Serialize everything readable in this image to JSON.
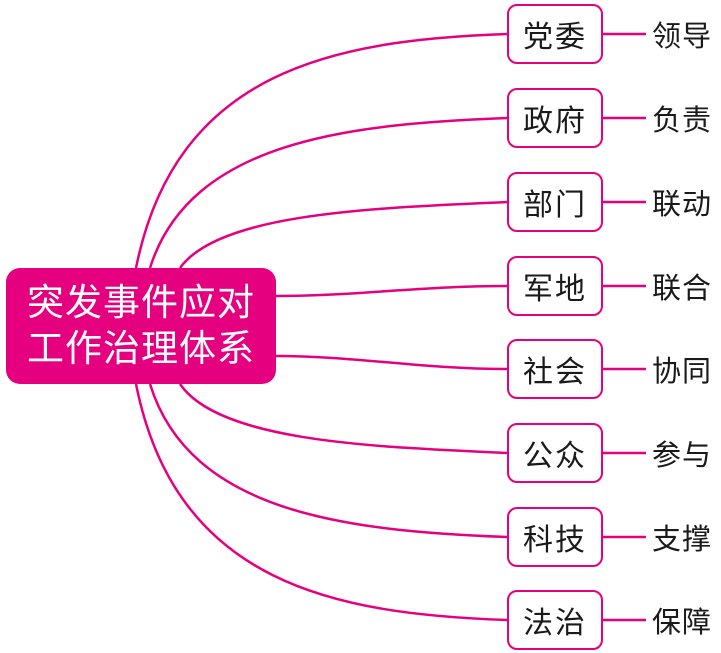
{
  "root": {
    "line1": "突发事件应对",
    "line2": "工作治理体系"
  },
  "nodes": [
    {
      "label": "党委",
      "role": "领导"
    },
    {
      "label": "政府",
      "role": "负责"
    },
    {
      "label": "部门",
      "role": "联动"
    },
    {
      "label": "军地",
      "role": "联合"
    },
    {
      "label": "社会",
      "role": "协同"
    },
    {
      "label": "公众",
      "role": "参与"
    },
    {
      "label": "科技",
      "role": "支撑"
    },
    {
      "label": "法治",
      "role": "保障"
    }
  ],
  "colors": {
    "accent": "#e5007f",
    "text": "#1a1a1a",
    "background": "#ffffff"
  }
}
